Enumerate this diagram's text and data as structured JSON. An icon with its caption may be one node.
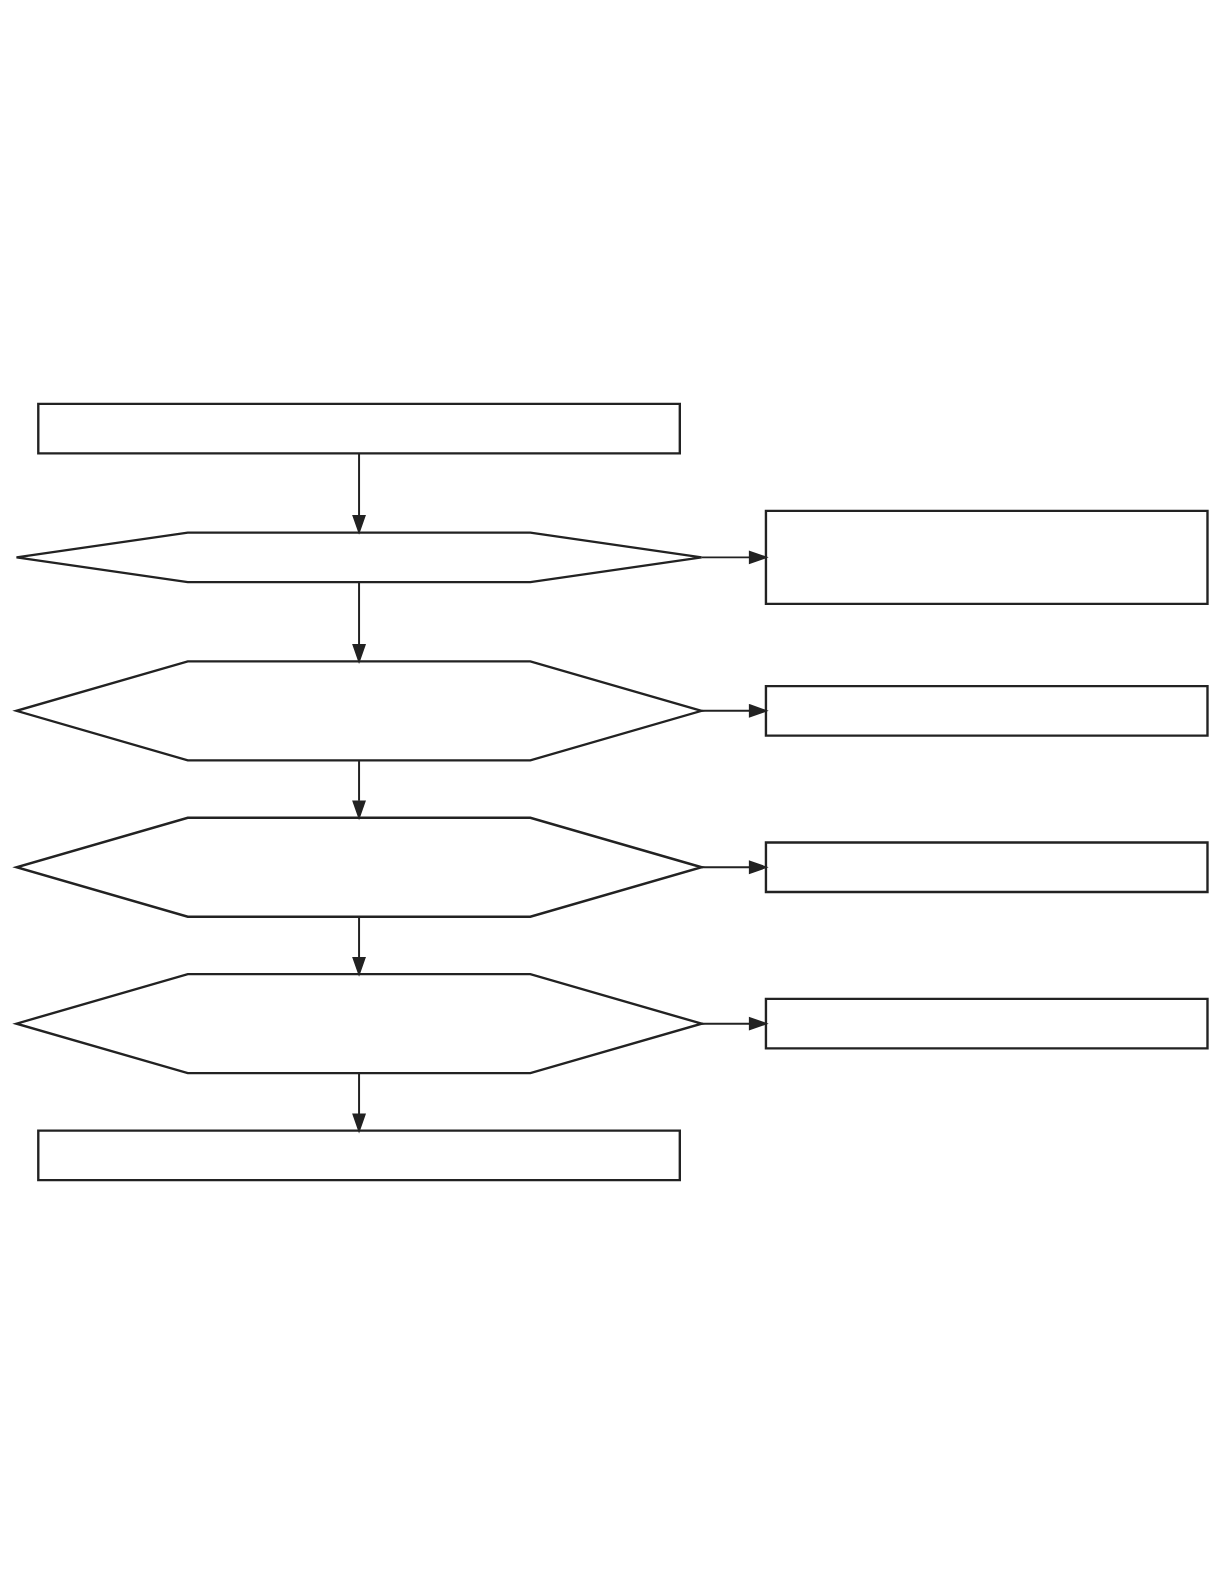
{
  "diagram": {
    "nodes": [
      {
        "text": [],
        "shape": "box"
      },
      {
        "text": [],
        "shape": "hexagon"
      },
      {
        "text": [],
        "shape": "box"
      },
      {
        "text": [],
        "shape": "hexagon"
      },
      {
        "text": [],
        "shape": "box"
      },
      {
        "text": [],
        "shape": "hexagon"
      },
      {
        "text": [],
        "shape": "box"
      },
      {
        "text": [],
        "shape": "hexagon"
      },
      {
        "text": [],
        "shape": "box"
      },
      {
        "text": [],
        "shape": "box"
      }
    ],
    "edges": [
      {
        "from": 0,
        "to": 1,
        "arrow": "to"
      },
      {
        "from": 1,
        "to": 2,
        "arrow": "to"
      },
      {
        "from": 1,
        "to": 3,
        "arrow": "to"
      },
      {
        "from": 3,
        "to": 4,
        "arrow": "to"
      },
      {
        "from": 3,
        "to": 5,
        "arrow": "to"
      },
      {
        "from": 5,
        "to": 6,
        "arrow": "to"
      },
      {
        "from": 5,
        "to": 7,
        "arrow": "to"
      },
      {
        "from": 7,
        "to": 8,
        "arrow": "to"
      },
      {
        "from": 7,
        "to": 9,
        "arrow": "to"
      }
    ]
  }
}
